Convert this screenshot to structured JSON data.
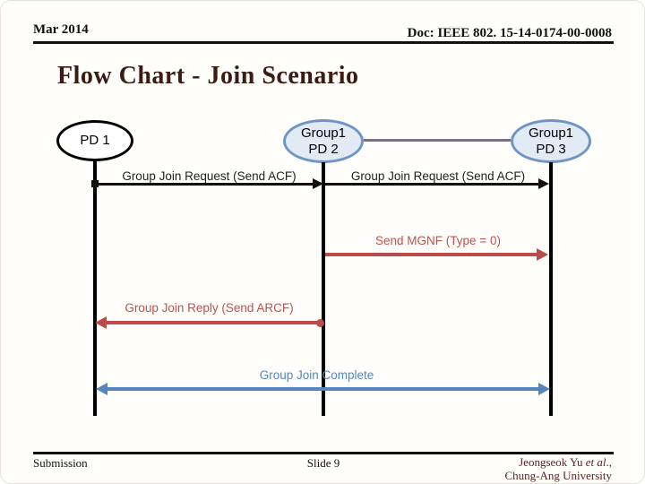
{
  "header": {
    "date": "Mar 2014",
    "doc": "Doc: IEEE 802. 15-14-0174-00-0008"
  },
  "title": "Flow Chart - Join Scenario",
  "diagram": {
    "nodes": {
      "pd1": {
        "line1": "PD 1"
      },
      "pd2": {
        "line1": "Group1",
        "line2": "PD 2"
      },
      "pd3": {
        "line1": "Group1",
        "line2": "PD 3"
      }
    },
    "messages": [
      {
        "label": "Group Join Request (Send ACF)",
        "from": "PD 1",
        "to": "PD 2",
        "color": "#111111",
        "direction": "right"
      },
      {
        "label": "Group Join Request (Send ACF)",
        "from": "PD 2",
        "to": "PD 3",
        "color": "#111111",
        "direction": "right"
      },
      {
        "label": "Send MGNF (Type = 0)",
        "from": "PD 2",
        "to": "PD 3",
        "color": "#c0504d",
        "direction": "right"
      },
      {
        "label": "Group Join Reply (Send ARCF)",
        "from": "PD 2",
        "to": "PD 1",
        "color": "#c0504d",
        "direction": "left"
      },
      {
        "label": "Group Join Complete",
        "from": "PD 1",
        "to": "PD 3",
        "color": "#5585c0",
        "direction": "both"
      }
    ]
  },
  "footer": {
    "left": "Submission",
    "center": "Slide 9",
    "right_name": "Jeongseok Yu ",
    "right_etal": "et al",
    "right_suffix": ".,",
    "right_line2": "Chung-Ang University"
  },
  "colors": {
    "node_border_blue": "#6d96c5",
    "node_fill_blue": "#e2eaf4",
    "link_purple": "#7e6b9a",
    "message_red": "#c0504d",
    "message_blue": "#5585c0",
    "title_maroon": "#3a1c14"
  }
}
